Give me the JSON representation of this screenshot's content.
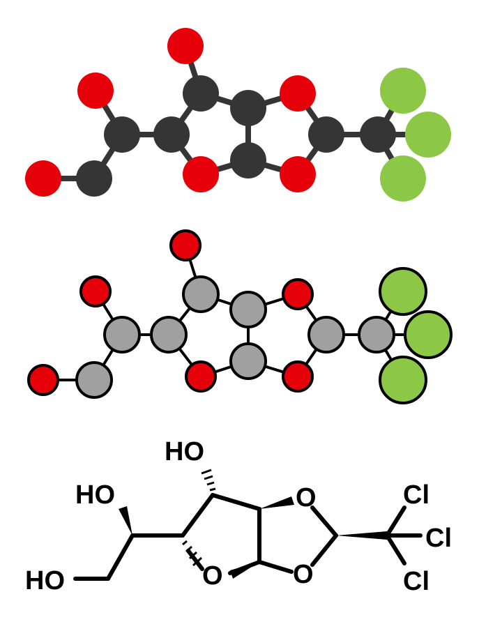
{
  "colors": {
    "background": "#ffffff",
    "oxygen": "#e6000a",
    "chlorine": "#8cc846",
    "carbon_dark": "#353535",
    "carbon_light": "#a0a0a0",
    "outline": "#000000",
    "bond": "#000000"
  },
  "structural_formula": {
    "label_ho_top": "HO",
    "label_ho_left": "HO",
    "label_ho_bottom": "HO",
    "label_o_ring_right_top": "O",
    "label_o_ring_right_bottom": "O",
    "label_o_furanose": "O",
    "label_cl_top": "Cl",
    "label_cl_mid": "Cl",
    "label_cl_bottom": "Cl"
  }
}
